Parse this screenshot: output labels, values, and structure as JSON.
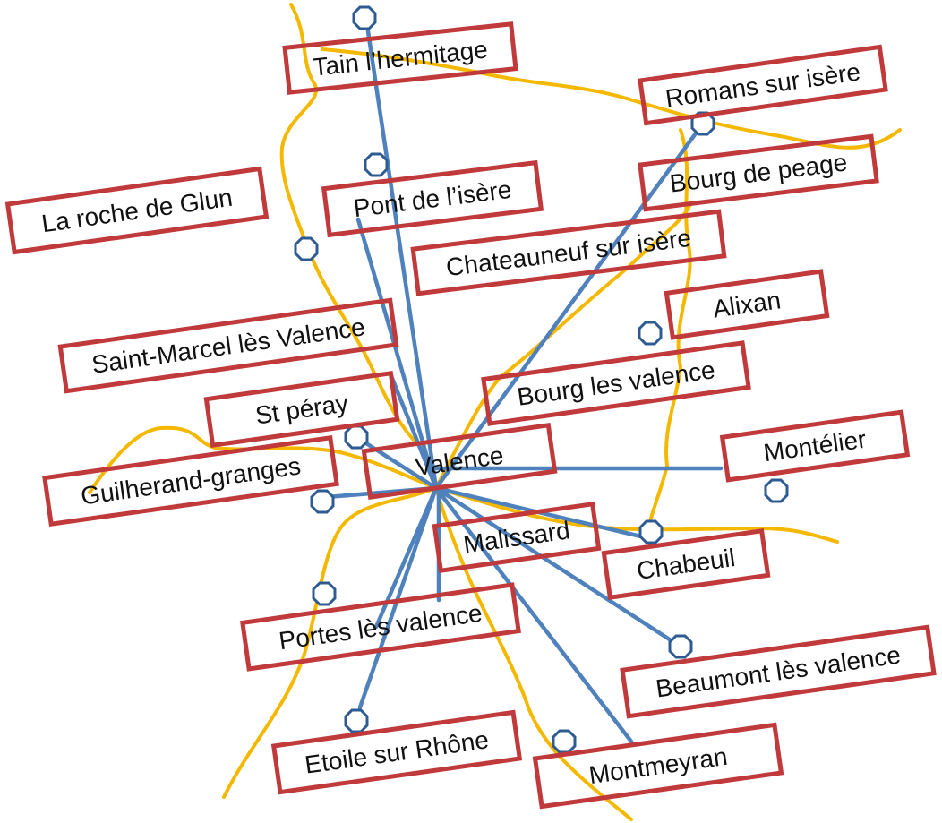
{
  "colors": {
    "box_border": "#c0393b",
    "road": "#f5b800",
    "link": "#4f81bd",
    "stop": "#2f5b93"
  },
  "hub": "Valence",
  "towns": [
    "Tain l’hermitage",
    "Romans sur isère",
    "Bourg de peage",
    "Pont de l’isère",
    "La roche de Glun",
    "Chateauneuf sur isère",
    "Alixan",
    "Saint-Marcel lès Valence",
    "Bourg les valence",
    "St péray",
    "Montélier",
    "Guilherand-granges",
    "Malissard",
    "Chabeuil",
    "Portes lès valence",
    "Beaumont lès valence",
    "Etoile sur Rhône",
    "Montmeyran"
  ]
}
